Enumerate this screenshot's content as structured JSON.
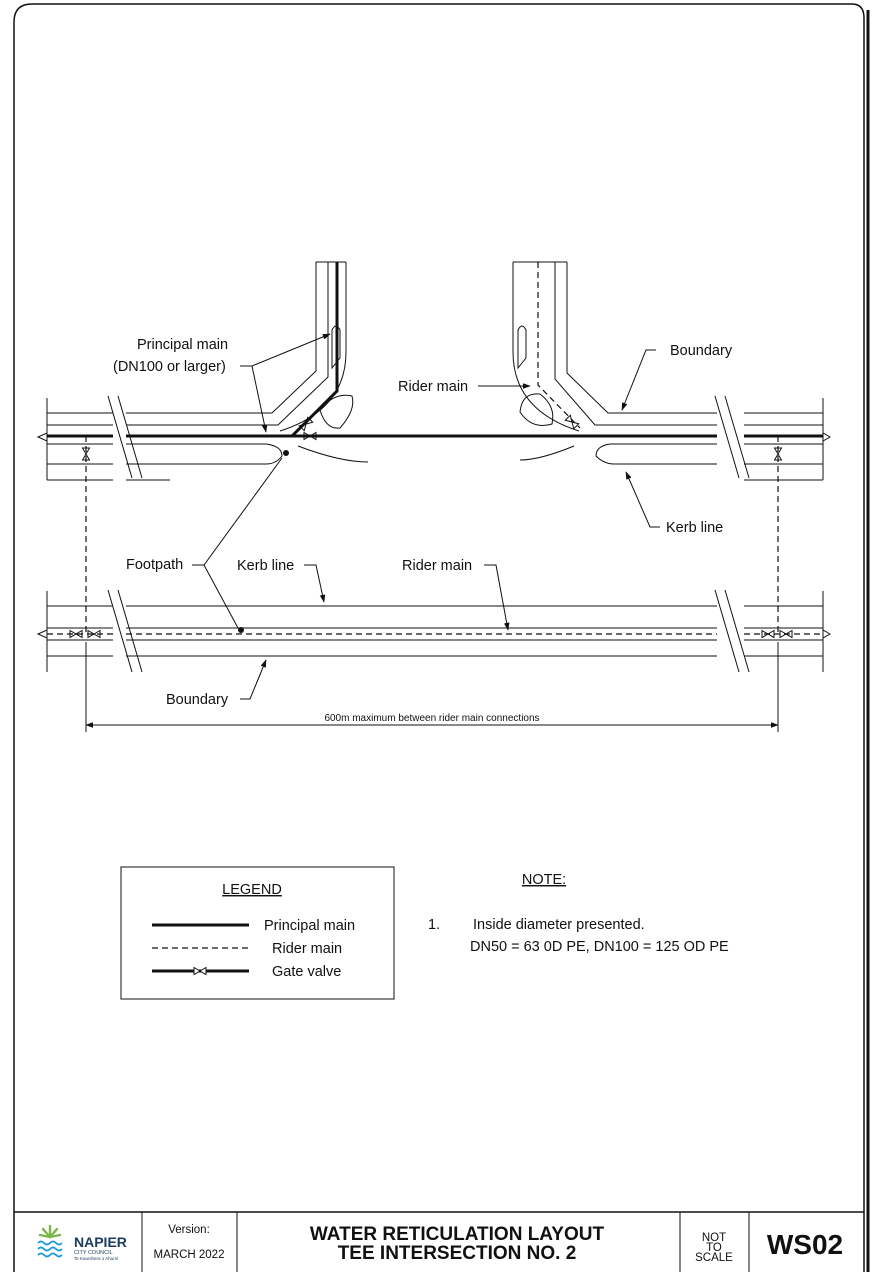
{
  "labels": {
    "principal_main_line1": "Principal main",
    "principal_main_line2": "(DN100 or larger)",
    "boundary_top": "Boundary",
    "rider_main_top": "Rider main",
    "kerb_line_right": "Kerb line",
    "footpath": "Footpath",
    "kerb_line_left": "Kerb line",
    "rider_main_mid": "Rider main",
    "boundary_bottom": "Boundary",
    "dimension": "600m maximum between rider main connections"
  },
  "legend": {
    "title": "LEGEND",
    "items": [
      "Principal main",
      "Rider main",
      "Gate valve"
    ]
  },
  "note": {
    "title": "NOTE:",
    "number": "1.",
    "line1": "Inside diameter presented.",
    "line2": "DN50 = 63 0D PE, DN100 = 125 OD PE"
  },
  "title_block": {
    "logo_name": "NAPIER",
    "logo_sub": "CITY COUNCIL",
    "logo_tag": "Te Kaunihera o Ahuriri",
    "version_label": "Version:",
    "version_date": "MARCH 2022",
    "title_line1": "WATER RETICULATION LAYOUT",
    "title_line2": "TEE INTERSECTION NO. 2",
    "scale_line1": "NOT",
    "scale_line2": "TO",
    "scale_line3": "SCALE",
    "drawing_code": "WS02"
  },
  "colors": {
    "line": "#111111",
    "logo_green": "#7ab648",
    "logo_blue": "#1a9ad6"
  }
}
